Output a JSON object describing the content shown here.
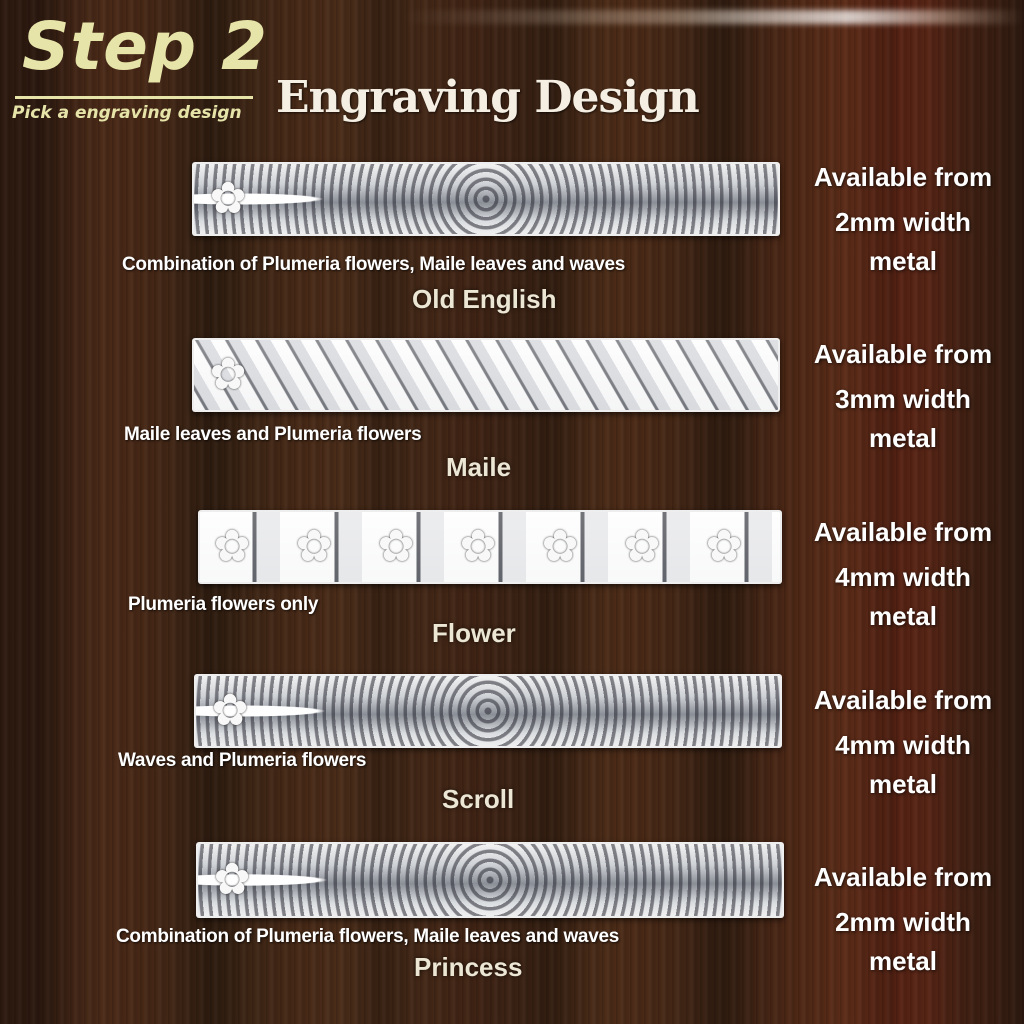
{
  "header": {
    "step_title": "Step 2",
    "step_subtitle": "Pick a engraving design",
    "main_title": "Engraving Design"
  },
  "designs": [
    {
      "name": "Old English",
      "description": "Combination of Plumeria flowers, Maile leaves and waves",
      "availability": [
        "Available from",
        "2mm width",
        "metal"
      ],
      "icon": "engraved-bar-scroll-flower"
    },
    {
      "name": "Maile",
      "description": "Maile leaves and Plumeria flowers",
      "availability": [
        "Available from",
        "3mm width",
        "metal"
      ],
      "icon": "engraved-bar-maile-leaves"
    },
    {
      "name": "Flower",
      "description": "Plumeria flowers only",
      "availability": [
        "Available from",
        "4mm width",
        "metal"
      ],
      "icon": "engraved-bar-plumeria-flowers"
    },
    {
      "name": "Scroll",
      "description": "Waves and Plumeria flowers",
      "availability": [
        "Available from",
        "4mm width",
        "metal"
      ],
      "icon": "engraved-bar-waves"
    },
    {
      "name": "Princess",
      "description": "Combination of Plumeria flowers, Maile leaves and waves",
      "availability": [
        "Available from",
        "2mm width",
        "metal"
      ],
      "icon": "engraved-bar-princess-scroll"
    }
  ],
  "glyphs": {
    "plumeria": "✿"
  },
  "colors": {
    "step_accent": "#e6e4a8",
    "title": "#f4efe2",
    "text": "#ffffff",
    "wood_dark": "#3b2414"
  }
}
